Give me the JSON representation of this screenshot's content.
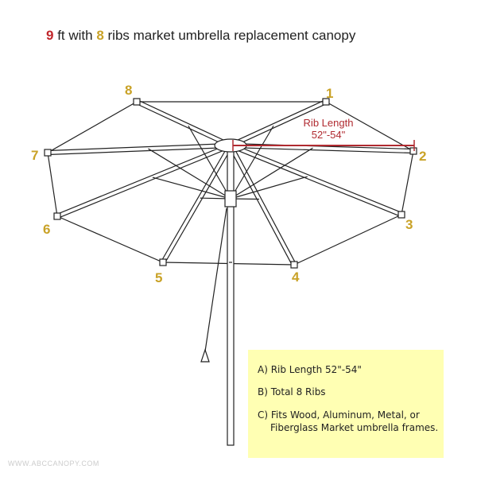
{
  "title": {
    "size_number": "9",
    "text_mid": " ft with ",
    "ribs_number": "8",
    "text_end": " ribs market umbrella replacement canopy"
  },
  "rib_numbers": [
    "1",
    "2",
    "3",
    "4",
    "5",
    "6",
    "7",
    "8"
  ],
  "rib_label": {
    "line1": "Rib Length",
    "line2": "52\"-54\""
  },
  "specs": {
    "a": "A) Rib Length 52\"-54\"",
    "b": "B) Total 8 Ribs",
    "c": "C) Fits Wood, Aluminum, Metal, or Fiberglass Market umbrella frames."
  },
  "watermark": "WWW.ABCCANOPY.COM",
  "colors": {
    "red": "#c0262b",
    "gold": "#c9a227",
    "box": "#ffffb3"
  }
}
